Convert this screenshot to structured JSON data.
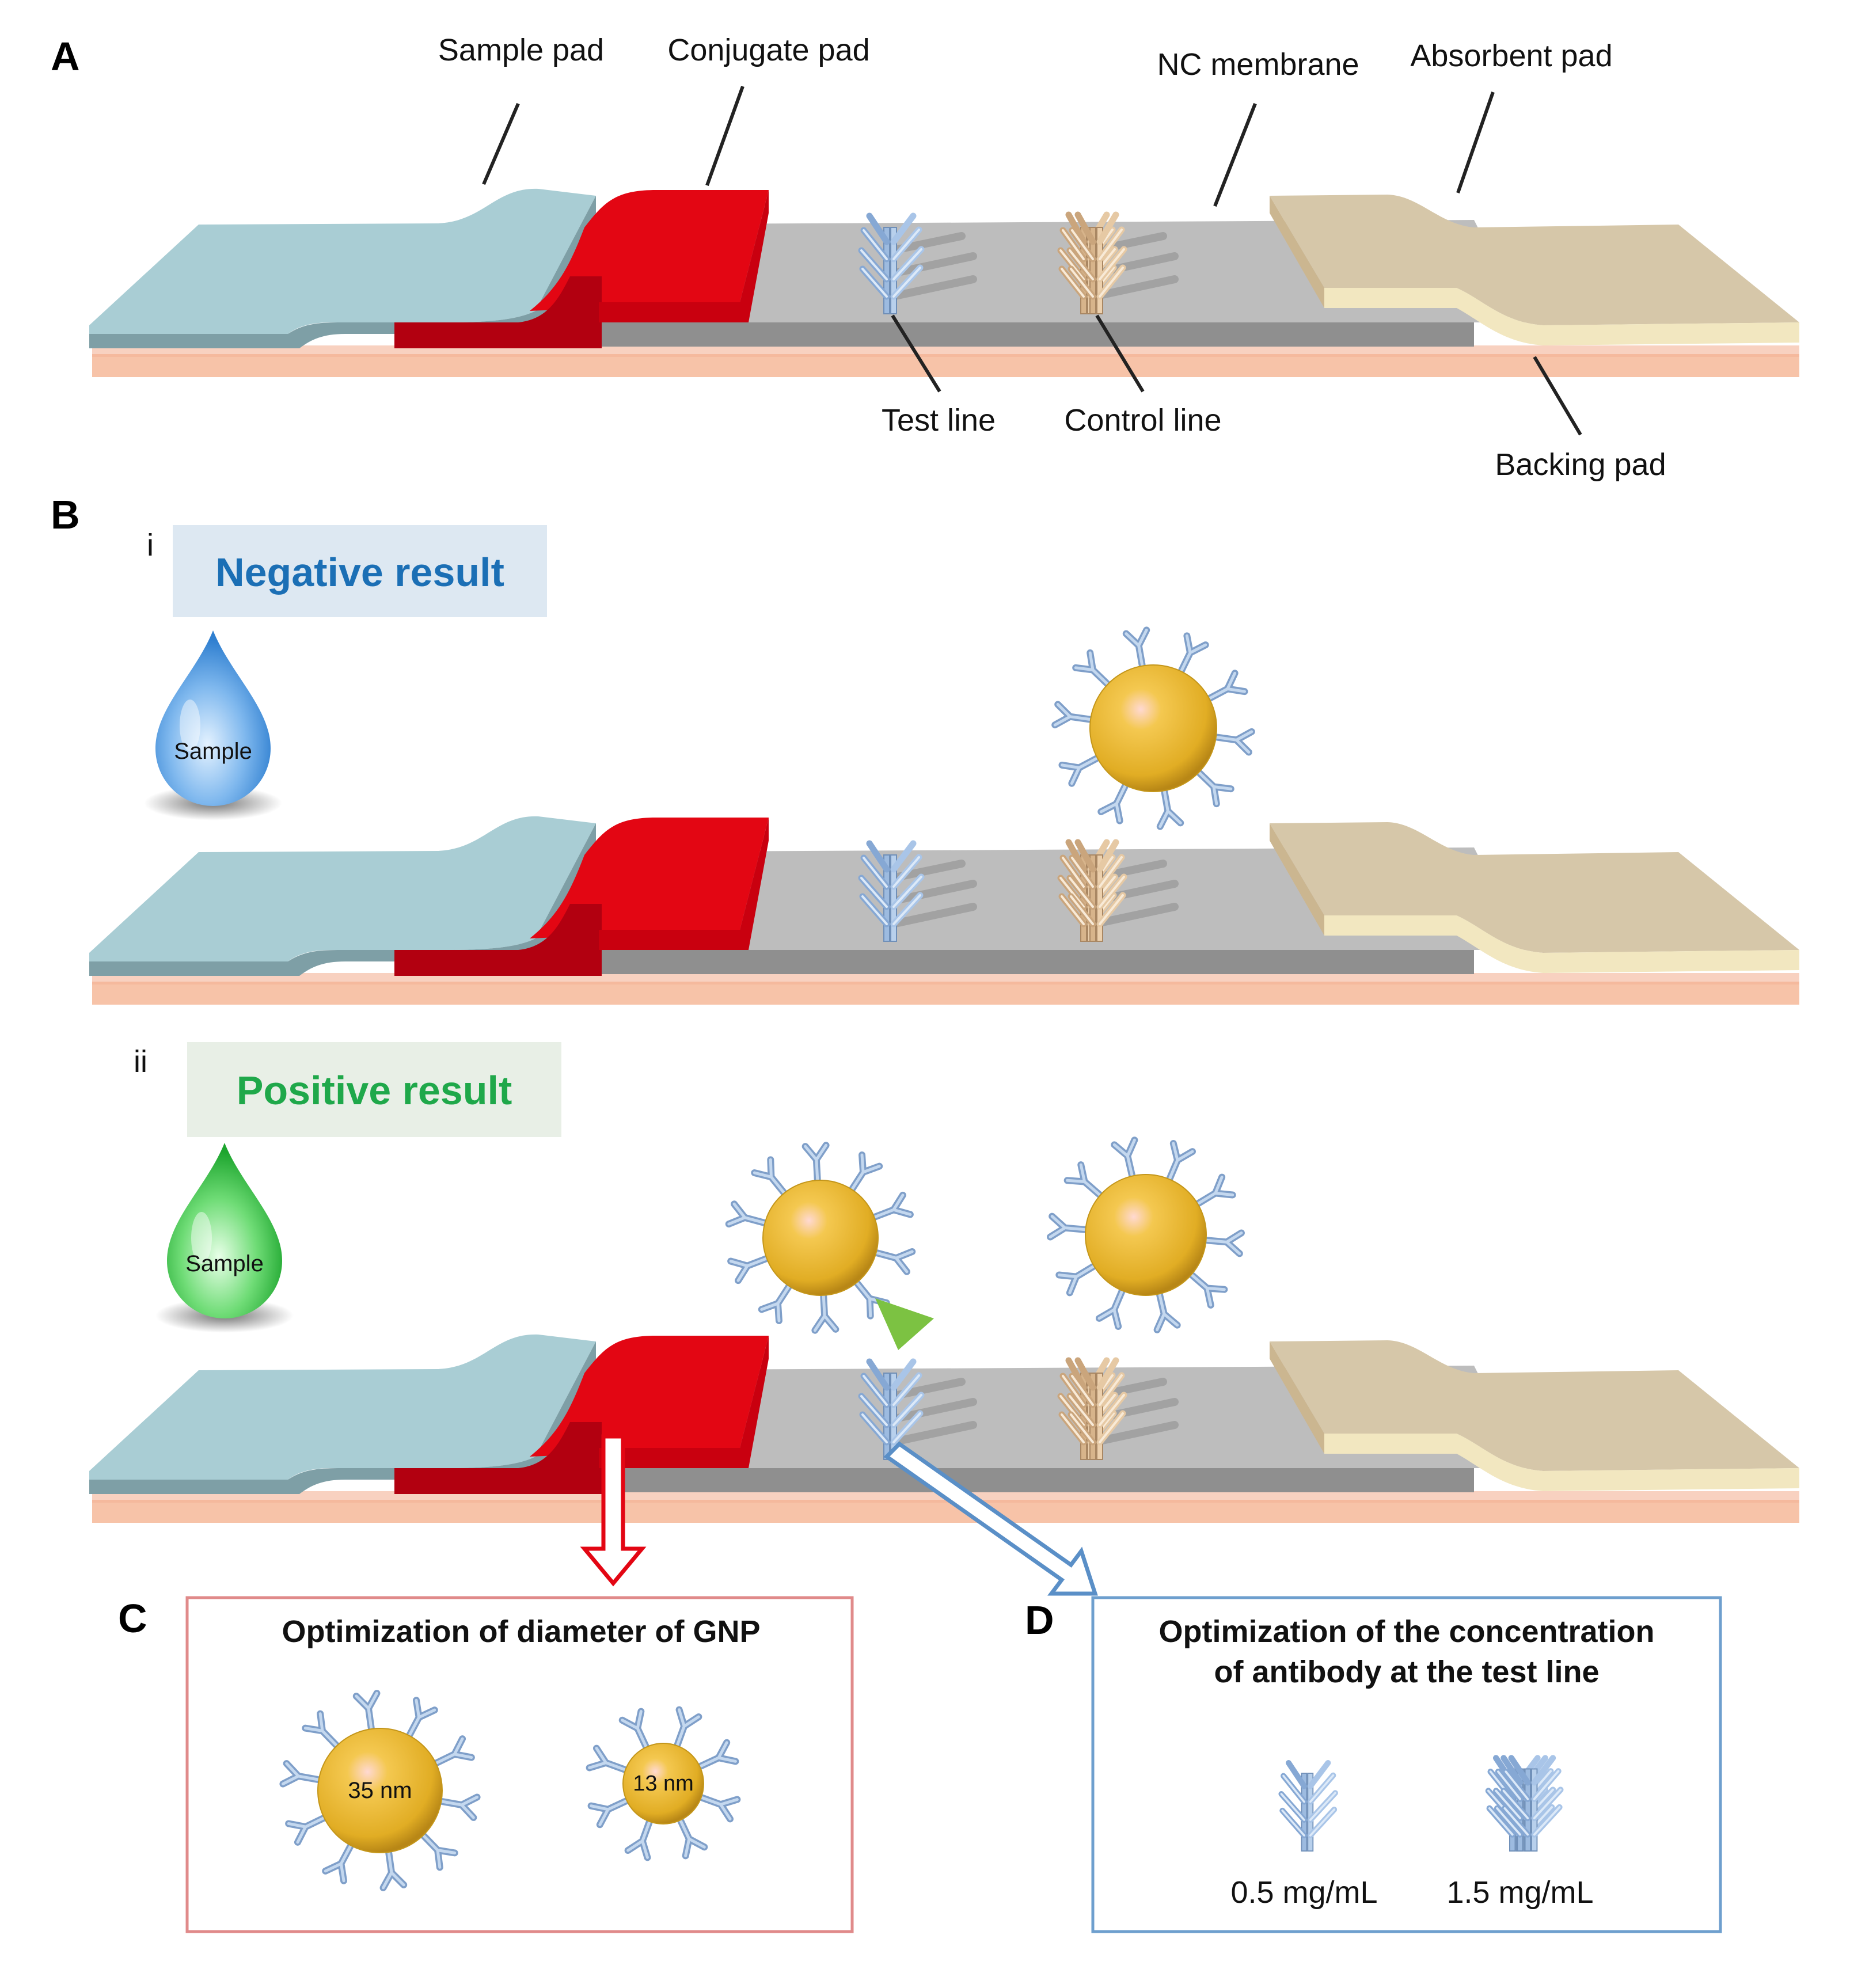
{
  "panel_a": {
    "letter": "A",
    "labels": {
      "sample_pad": "Sample pad",
      "conjugate_pad": "Conjugate pad",
      "nc_membrane": "NC membrane",
      "absorbent_pad": "Absorbent pad",
      "test_line": "Test line",
      "control_line": "Control line",
      "backing_pad": "Backing pad"
    }
  },
  "panel_b": {
    "letter": "B",
    "negative": {
      "numeral": "i",
      "title": "Negative result",
      "drop_label": "Sample"
    },
    "positive": {
      "numeral": "ii",
      "title": "Positive result",
      "drop_label": "Sample"
    }
  },
  "panel_c": {
    "letter": "C",
    "title": "Optimization of diameter of GNP",
    "sizes": [
      "35 nm",
      "13 nm"
    ]
  },
  "panel_d": {
    "letter": "D",
    "title_line1": "Optimization of the concentration",
    "title_line2": "of antibody at the test line",
    "concentrations": [
      "0.5 mg/mL",
      "1.5 mg/mL"
    ]
  },
  "colors": {
    "sample_pad": "#a9cdd4",
    "conjugate_pad": "#e30613",
    "nc_membrane": "#bdbdbd",
    "absorbent_pad": "#d6c7a9",
    "backing_pad": "#f7c3a8",
    "test_antibody": "#9dbbe0",
    "control_antibody": "#e2c19b",
    "gold_nanoparticle": "#e1ad24",
    "negative_title": "#1b6fb5",
    "positive_title": "#1fa84a",
    "box_c_border": "#e08a8a",
    "box_d_border": "#6e9fce",
    "analyte_triangle": "#7cc242"
  }
}
